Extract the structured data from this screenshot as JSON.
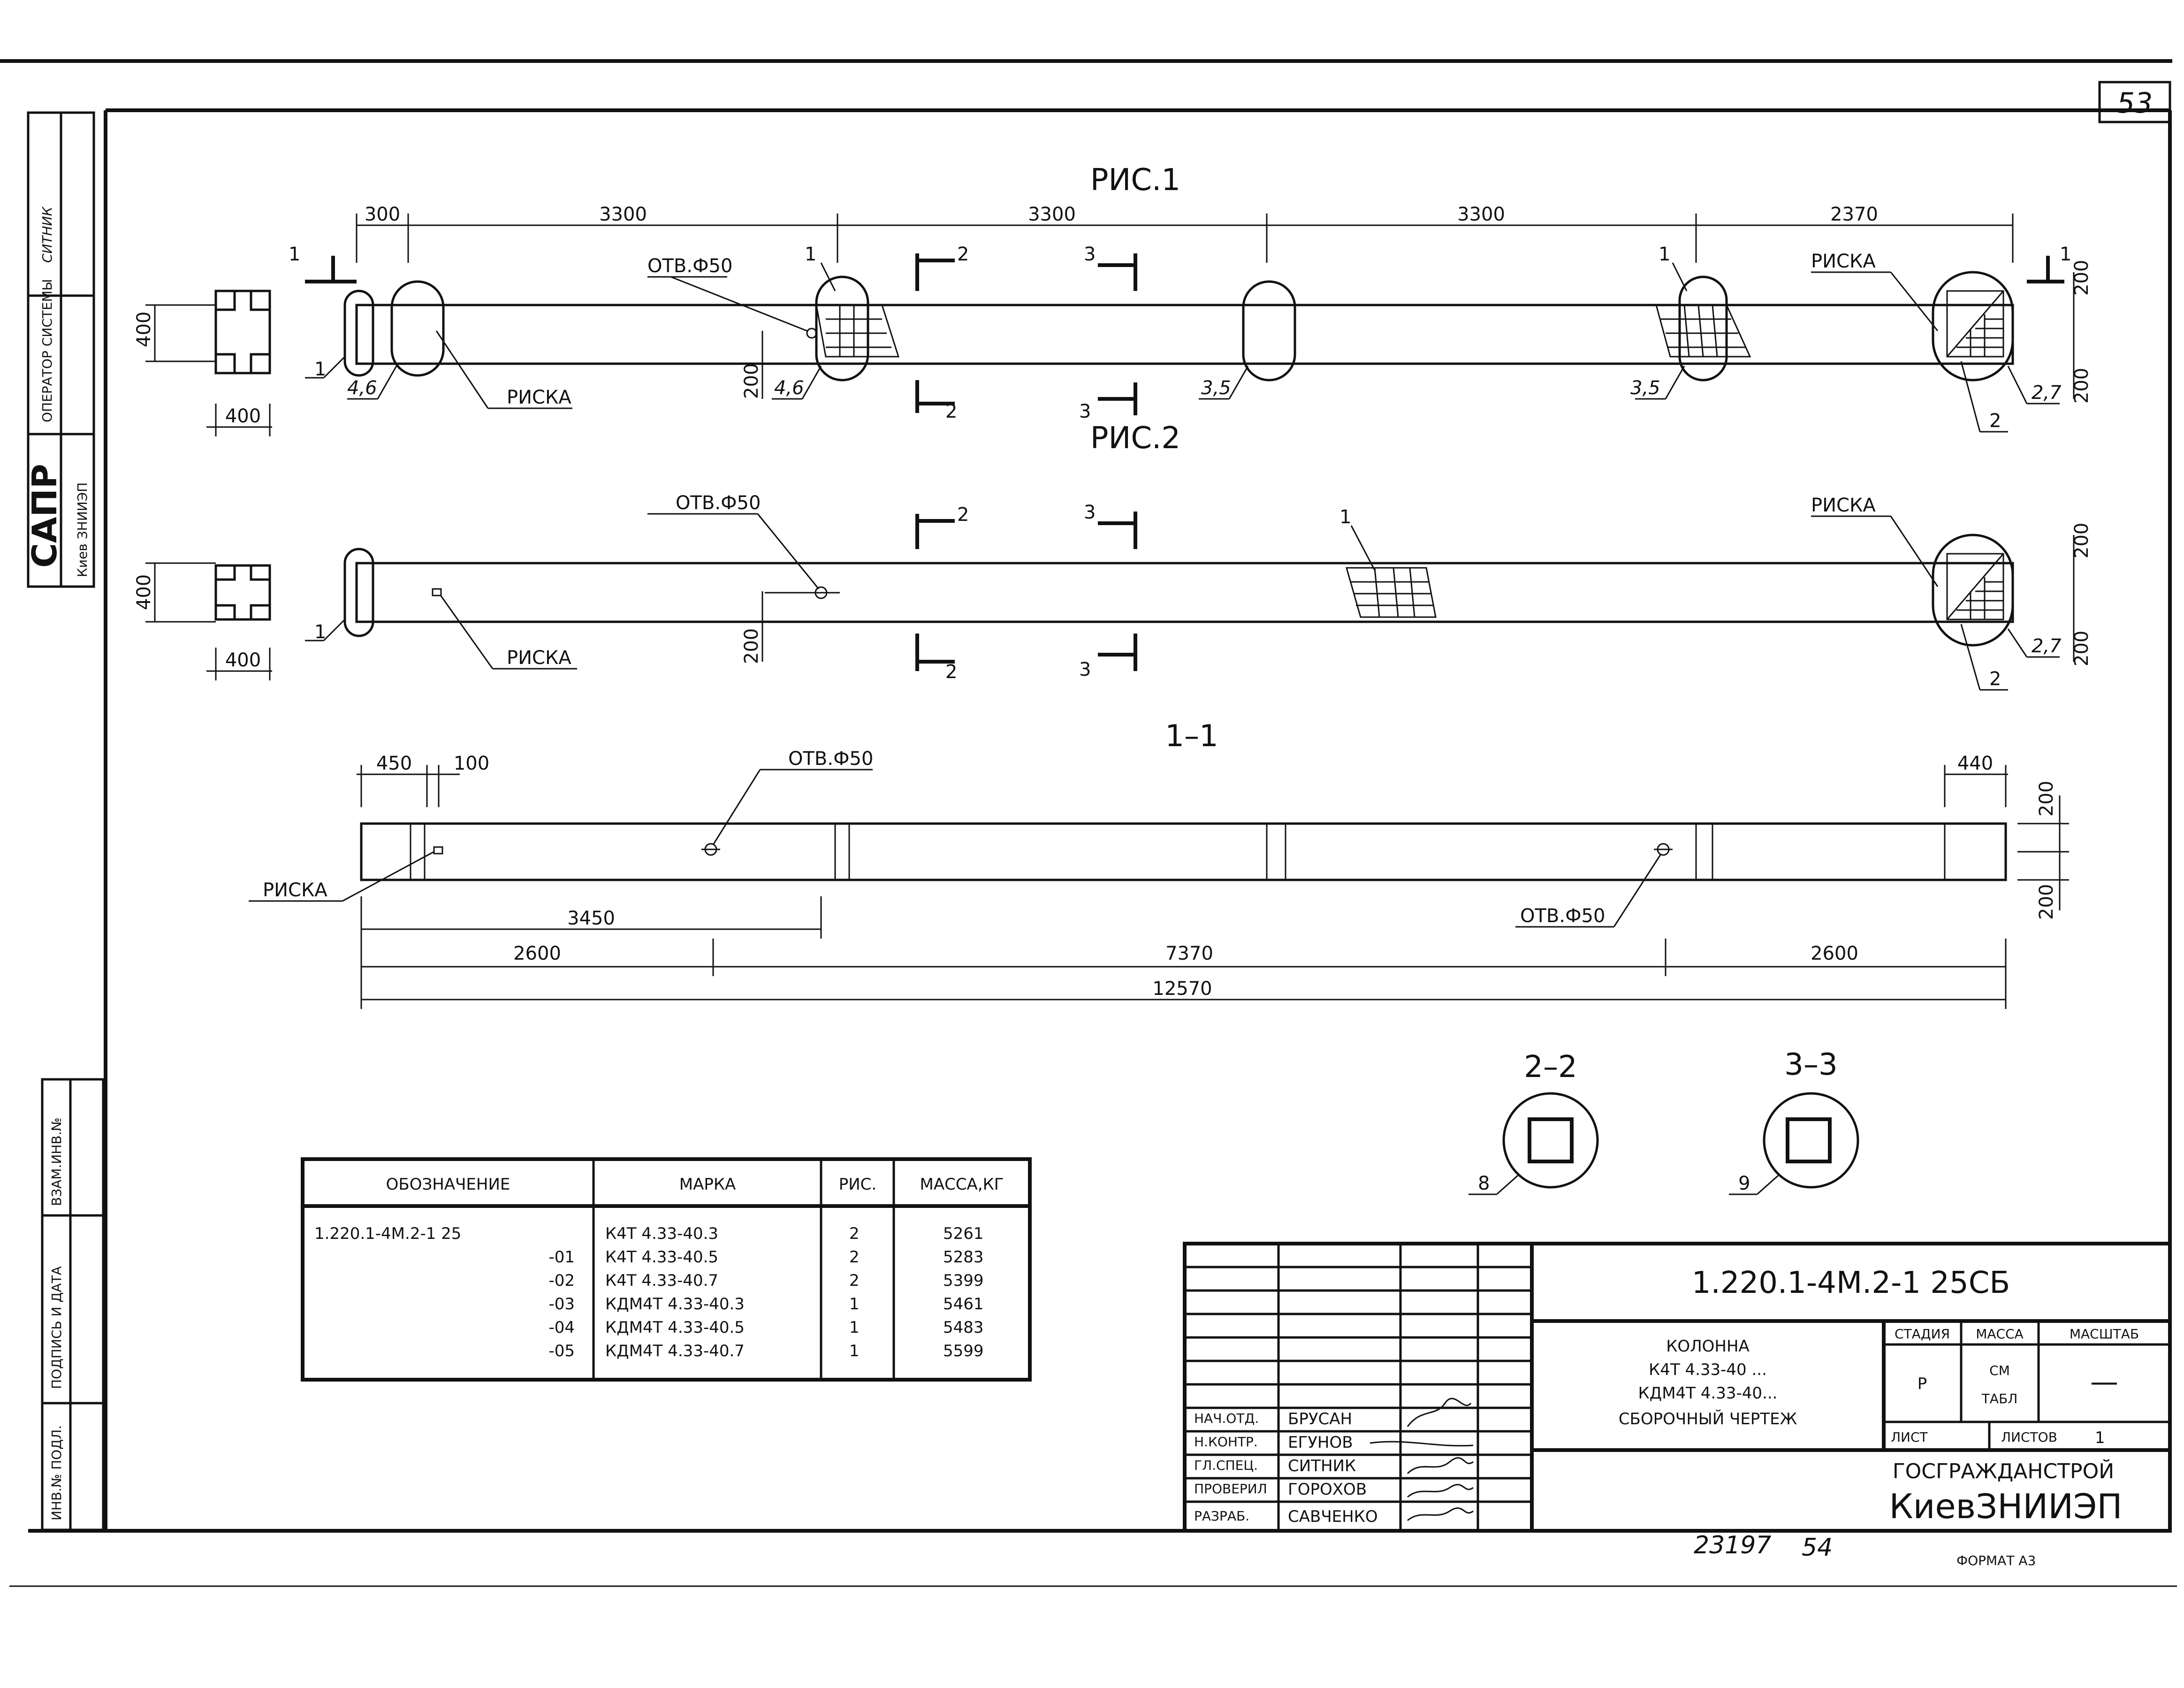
{
  "page_number": "53",
  "side_stamp": {
    "operator_label": "ОПЕРАТОР СИСТЕМЫ",
    "sapr": "САПР",
    "org": "Киев ЗНИИЭП",
    "sign_name": "СИТНИК",
    "inv_label": "ИНВ.№ ПОДЛ.",
    "sign_date_label": "ПОДПИСЬ И ДАТА",
    "vzam_label": "ВЗАМ.ИНВ.№"
  },
  "fig1": {
    "title": "РИС.1",
    "dims": [
      "300",
      "3300",
      "3300",
      "3300",
      "2370"
    ],
    "section_w": "400",
    "section_h": "400",
    "hole": "ОТВ.Ф50",
    "riska": "РИСКА",
    "dim_200": "200",
    "marks": [
      "1",
      "4,6",
      "4,6",
      "3,5",
      "3,5",
      "2,7",
      "2",
      "1",
      "1",
      "1"
    ],
    "cut_1": "1",
    "cut_2": "2",
    "cut_3": "3"
  },
  "fig2": {
    "title": "РИС.2",
    "section_w": "400",
    "section_h": "400",
    "hole": "ОТВ.Ф50",
    "riska_top": "РИСКА",
    "riska_bottom": "РИСКА",
    "dim_200": "200",
    "marks": [
      "1",
      "1",
      "2,7",
      "2"
    ],
    "cut_2": "2",
    "cut_3": "3"
  },
  "sec11": {
    "title": "1–1",
    "dims_top": [
      "450",
      "100",
      "440"
    ],
    "hole_top": "ОТВ.Ф50",
    "hole_bottom": "ОТВ.Ф50",
    "riska": "РИСКА",
    "dim_3450": "3450",
    "dims_bottom": [
      "2600",
      "7370",
      "2600"
    ],
    "dim_total": "12570",
    "dim_200": "200"
  },
  "sec22": {
    "title": "2–2",
    "mark": "8"
  },
  "sec33": {
    "title": "3–3",
    "mark": "9"
  },
  "spec_table": {
    "headers": [
      "ОБОЗНАЧЕНИЕ",
      "МАРКА",
      "РИС.",
      "МАССА,КГ"
    ],
    "rows": [
      [
        "1.220.1-4М.2-1  25",
        "К4Т 4.33-40.3",
        "2",
        "5261"
      ],
      [
        "-01",
        "К4Т 4.33-40.5",
        "2",
        "5283"
      ],
      [
        "-02",
        "К4Т 4.33-40.7",
        "2",
        "5399"
      ],
      [
        "-03",
        "КДМ4Т 4.33-40.3",
        "1",
        "5461"
      ],
      [
        "-04",
        "КДМ4Т 4.33-40.5",
        "1",
        "5483"
      ],
      [
        "-05",
        "КДМ4Т 4.33-40.7",
        "1",
        "5599"
      ]
    ]
  },
  "title_block": {
    "doc_code": "1.220.1-4М.2-1  25СБ",
    "name_1": "КОЛОННА",
    "name_2": "К4Т 4.33-40 ...",
    "name_3": "КДМ4Т 4.33-40...",
    "name_4": "СБОРОЧНЫЙ ЧЕРТЕЖ",
    "stage_label": "СТАДИЯ",
    "mass_label": "МАССА",
    "scale_label": "МАСШТАБ",
    "stage_value": "Р",
    "mass_value_1": "СМ",
    "mass_value_2": "ТАБЛ",
    "scale_value": "—",
    "sheet_label": "ЛИСТ",
    "sheets_label": "ЛИСТОВ",
    "sheets_value": "1",
    "org_1": "ГОСГРАЖДАНСТРОЙ",
    "org_2": "КиевЗНИИЭП",
    "roles": [
      "НАЧ.ОТД.",
      "Н.КОНТР.",
      "ГЛ.СПЕЦ.",
      "ПРОВЕРИЛ",
      "РАЗРАБ."
    ],
    "names": [
      "БРУСАН",
      "ЕГУНОВ",
      "СИТНИК",
      "ГОРОХОВ",
      "САВЧЕНКО"
    ]
  },
  "footer": {
    "inv_number": "23197",
    "page": "54",
    "format": "ФОРМАТ А3"
  }
}
